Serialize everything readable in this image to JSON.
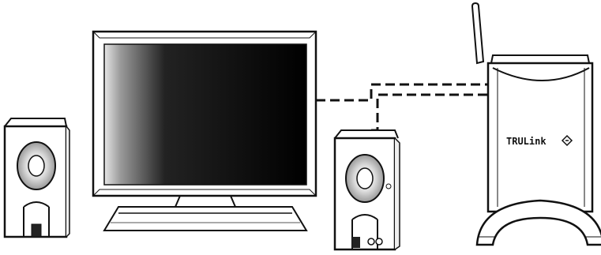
{
  "diagram": {
    "devices": [
      {
        "id": "tv",
        "label": ""
      },
      {
        "id": "left-speaker",
        "label": ""
      },
      {
        "id": "right-speaker",
        "label": ""
      },
      {
        "id": "wireless-receiver",
        "label": ""
      }
    ],
    "receiver_brand": "TRULink",
    "connections": [
      {
        "from": "tv",
        "to": "wireless-receiver",
        "style": "dashed"
      },
      {
        "from": "right-speaker",
        "to": "wireless-receiver",
        "style": "dashed"
      }
    ],
    "colors": {
      "line": "#111111",
      "screen_dark": "#000000",
      "screen_light": "#d8d8d8",
      "panel": "#f4f4f4",
      "background": "#ffffff"
    }
  }
}
